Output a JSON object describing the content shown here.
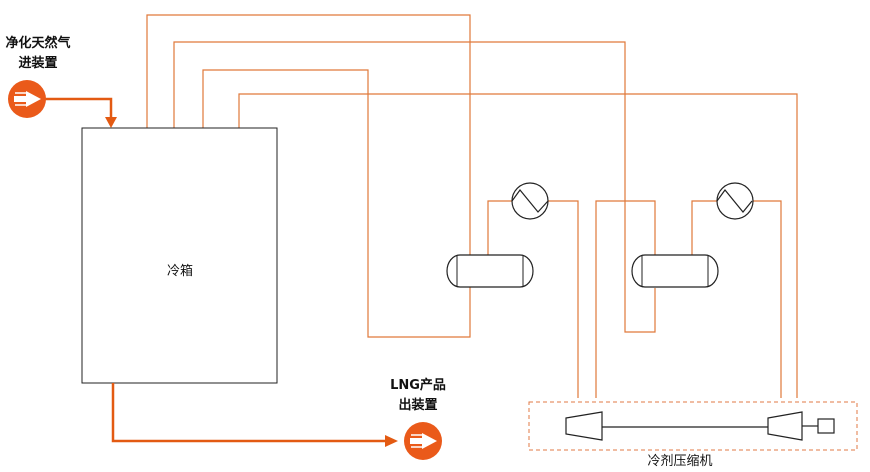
{
  "labels": {
    "cold_box": "冷箱",
    "feed_line1": "净化天然气",
    "feed_line2": "进装置",
    "product_line1": "LNG产品",
    "product_line2": "出装置",
    "compressor": "冷剂压缩机"
  },
  "colors": {
    "pipe": "#e0793a",
    "process": "#e35a12",
    "equipment": "#222222",
    "dashed_box": "#e07a45"
  },
  "icons": {
    "feed_arrow": "right-arrow-icon",
    "product_arrow": "right-arrow-icon",
    "heat_exchanger": "heat-exchanger-icon",
    "drum": "horizontal-drum-icon",
    "compressor": "compressor-icon",
    "motor": "motor-icon"
  }
}
